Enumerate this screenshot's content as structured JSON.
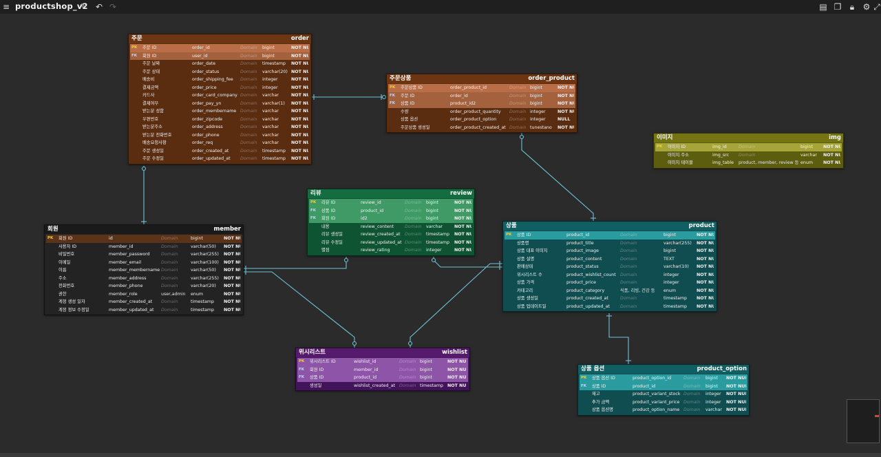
{
  "app": {
    "title": "productshop_v2"
  },
  "toolbar": {
    "left": [
      "menu-icon",
      "edit-icon",
      "undo-icon",
      "redo-icon"
    ],
    "right": [
      "document-icon",
      "copy-icon",
      "lock-icon",
      "gear-icon",
      "expand-icon"
    ]
  },
  "tables": [
    {
      "id": "order",
      "lname": "주문",
      "pname": "order",
      "colors": {
        "header": "#6d3512",
        "body": "#5a2c10",
        "pk": "#b96e48",
        "fk": "#a4613e"
      },
      "cols": [
        {
          "key": "PK",
          "l": "주문 ID",
          "p": "order_id",
          "dom": "Domain",
          "type": "bigint",
          "nn": "NOT NULL"
        },
        {
          "key": "FK",
          "l": "회원 ID",
          "p": "user_id",
          "dom": "Domain",
          "type": "bigint",
          "nn": "NOT NULL"
        },
        {
          "key": "",
          "l": "주문 날짜",
          "p": "order_date",
          "dom": "Domain",
          "type": "timestamp",
          "nn": "NOT NULL"
        },
        {
          "key": "",
          "l": "주문 상태",
          "p": "order_status",
          "dom": "Domain",
          "type": "varchar(20)",
          "nn": "NOT NULL"
        },
        {
          "key": "",
          "l": "배송비",
          "p": "order_shipping_fee",
          "dom": "Domain",
          "type": "integer",
          "nn": "NOT NULL"
        },
        {
          "key": "",
          "l": "결제금액",
          "p": "order_price",
          "dom": "Domain",
          "type": "integer",
          "nn": "NOT NULL"
        },
        {
          "key": "",
          "l": "카드사",
          "p": "order_card_company",
          "dom": "Domain",
          "type": "varchar",
          "nn": "NOT NULL"
        },
        {
          "key": "",
          "l": "결제여부",
          "p": "order_pay_yn",
          "dom": "Domain",
          "type": "varchar(1)",
          "nn": "NOT NULL"
        },
        {
          "key": "",
          "l": "받는분 성함",
          "p": "order_membername",
          "dom": "Domain",
          "type": "varchar",
          "nn": "NOT NULL"
        },
        {
          "key": "",
          "l": "우편번호",
          "p": "order_zipcode",
          "dom": "Domain",
          "type": "varchar",
          "nn": "NOT NULL"
        },
        {
          "key": "",
          "l": "받는분주소",
          "p": "order_address",
          "dom": "Domain",
          "type": "varchar",
          "nn": "NOT NULL"
        },
        {
          "key": "",
          "l": "받는분 전화번호",
          "p": "order_phone",
          "dom": "Domain",
          "type": "varchar",
          "nn": "NOT NULL"
        },
        {
          "key": "",
          "l": "배송요청사항",
          "p": "order_req",
          "dom": "Domain",
          "type": "varchar",
          "nn": "NOT NULL"
        },
        {
          "key": "",
          "l": "주문 생성일",
          "p": "order_created_at",
          "dom": "Domain",
          "type": "timestamp",
          "nn": "NOT NULL"
        },
        {
          "key": "",
          "l": "주문 수정일",
          "p": "order_updated_at",
          "dom": "Domain",
          "type": "timestamp",
          "nn": "NOT NULL"
        }
      ]
    },
    {
      "id": "order_product",
      "lname": "주문상품",
      "pname": "order_product",
      "colors": {
        "header": "#6d3512",
        "body": "#5a2c10",
        "pk": "#b96e48",
        "fk": "#a4613e"
      },
      "cols": [
        {
          "key": "PK",
          "l": "주문상품 ID",
          "p": "order_product_id",
          "dom": "Domain",
          "type": "bigint",
          "nn": "NOT NULL"
        },
        {
          "key": "FK",
          "l": "주문 ID",
          "p": "order_id",
          "dom": "Domain",
          "type": "bigint",
          "nn": "NOT NULL"
        },
        {
          "key": "FK",
          "l": "상품 ID",
          "p": "product_id2",
          "dom": "Domain",
          "type": "bigint",
          "nn": "NOT NULL"
        },
        {
          "key": "",
          "l": "수량",
          "p": "order_product_quantity",
          "dom": "Domain",
          "type": "integer",
          "nn": "NOT NULL"
        },
        {
          "key": "",
          "l": "상품 옵션",
          "p": "order_product_option",
          "dom": "Domain",
          "type": "integer",
          "nn": "NULL"
        },
        {
          "key": "",
          "l": "주문상품 생성일",
          "p": "order_product_created_at",
          "dom": "Domain",
          "type": "tunestano",
          "nn": "NOT NULL"
        }
      ]
    },
    {
      "id": "img",
      "lname": "이미지",
      "pname": "img",
      "colors": {
        "header": "#747412",
        "body": "#5d5d10",
        "pk": "#a5a53a",
        "fk": "#a5a53a"
      },
      "cols": [
        {
          "key": "PK",
          "l": "이미지 ID",
          "p": "img_id",
          "dom": "Domain",
          "type": "bigint",
          "nn": "NOT NULL"
        },
        {
          "key": "",
          "l": "이미지 주소",
          "p": "img_src",
          "dom": "Domain",
          "type": "varchar",
          "nn": "NOT NULL"
        },
        {
          "key": "",
          "l": "이미지 테이블",
          "p": "img_table",
          "dom": "product, member, review 등",
          "type": "enum",
          "nn": "NOT NULL"
        }
      ]
    },
    {
      "id": "review",
      "lname": "리뷰",
      "pname": "review",
      "colors": {
        "header": "#146c40",
        "body": "#0f5432",
        "pk": "#3f9a66",
        "fk": "#3f9a66"
      },
      "cols": [
        {
          "key": "PK",
          "l": "리뷰 ID",
          "p": "review_id",
          "dom": "Domain",
          "type": "bigint",
          "nn": "NOT NULL"
        },
        {
          "key": "FK",
          "l": "상품 ID",
          "p": "product_id",
          "dom": "Domain",
          "type": "bigint",
          "nn": "NOT NULL"
        },
        {
          "key": "FK",
          "l": "회원 ID",
          "p": "id2",
          "dom": "Domain",
          "type": "bigint",
          "nn": "NOT NULL"
        },
        {
          "key": "",
          "l": "내용",
          "p": "review_content",
          "dom": "Domain",
          "type": "varchar",
          "nn": "NOT NULL"
        },
        {
          "key": "",
          "l": "리뷰 생성일",
          "p": "review_created_at",
          "dom": "Domain",
          "type": "timestamp",
          "nn": "NOT NULL"
        },
        {
          "key": "",
          "l": "리뷰 수정일",
          "p": "review_updated_at",
          "dom": "Domain",
          "type": "timestamp",
          "nn": "NOT NULL"
        },
        {
          "key": "",
          "l": "별점",
          "p": "review_rating",
          "dom": "Domain",
          "type": "integer",
          "nn": "NOT NULL"
        }
      ]
    },
    {
      "id": "member",
      "lname": "회원",
      "pname": "member",
      "colors": {
        "header": "#1a1a1a",
        "body": "#232323",
        "pk": "#5a3318",
        "fk": "#5a3318"
      },
      "cols": [
        {
          "key": "PK",
          "l": "회원 ID",
          "p": "id",
          "dom": "Domain",
          "type": "bigint",
          "nn": "NOT NULL"
        },
        {
          "key": "",
          "l": "사용자 ID",
          "p": "member_id",
          "dom": "Domain",
          "type": "varchar(50)",
          "nn": "NOT NULL"
        },
        {
          "key": "",
          "l": "비밀번호",
          "p": "member_password",
          "dom": "Domain",
          "type": "varchar(255)",
          "nn": "NOT NULL"
        },
        {
          "key": "",
          "l": "이메일",
          "p": "member_email",
          "dom": "Domain",
          "type": "varchar(100)",
          "nn": "NOT NULL"
        },
        {
          "key": "",
          "l": "이름",
          "p": "member_membername",
          "dom": "Domain",
          "type": "varchar(50)",
          "nn": "NOT NULL"
        },
        {
          "key": "",
          "l": "주소",
          "p": "member_address",
          "dom": "Domain",
          "type": "varchar(255)",
          "nn": "NOT NULL"
        },
        {
          "key": "",
          "l": "전화번호",
          "p": "member_phone",
          "dom": "Domain",
          "type": "varchar(20)",
          "nn": "NOT NULL"
        },
        {
          "key": "",
          "l": "권한",
          "p": "member_role",
          "dom": "user,admin",
          "type": "enum",
          "nn": "NOT NULL"
        },
        {
          "key": "",
          "l": "계정 생성 일자",
          "p": "member_created_at",
          "dom": "Domain",
          "type": "timestamp",
          "nn": "NOT NULL"
        },
        {
          "key": "",
          "l": "계정 정보 수정일",
          "p": "member_updated_at",
          "dom": "Domain",
          "type": "timestamp",
          "nn": "NOT NULL"
        }
      ]
    },
    {
      "id": "product",
      "lname": "상품",
      "pname": "product",
      "colors": {
        "header": "#115f63",
        "body": "#104d50",
        "pk": "#2a9ca0",
        "fk": "#2a9ca0"
      },
      "cols": [
        {
          "key": "PK",
          "l": "상품 ID",
          "p": "product_id",
          "dom": "Domain",
          "type": "bigint",
          "nn": "NOT NULL"
        },
        {
          "key": "",
          "l": "상품명",
          "p": "product_title",
          "dom": "Domain",
          "type": "varchar(255)",
          "nn": "NOT NULL"
        },
        {
          "key": "",
          "l": "상품 대표 이미지",
          "p": "product_image",
          "dom": "Domain",
          "type": "bigint",
          "nn": "NOT NULL"
        },
        {
          "key": "",
          "l": "상품 설명",
          "p": "product_content",
          "dom": "Domain",
          "type": "TEXT",
          "nn": "NOT NULL"
        },
        {
          "key": "",
          "l": "판매상태",
          "p": "product_status",
          "dom": "Domain",
          "type": "varchar(10)",
          "nn": "NOT NULL"
        },
        {
          "key": "",
          "l": "위시리스트 수",
          "p": "product_wishlist_count",
          "dom": "Domain",
          "type": "integer",
          "nn": "NOT NULL"
        },
        {
          "key": "",
          "l": "상품 가격",
          "p": "product_price",
          "dom": "Domain",
          "type": "integer",
          "nn": "NOT NULL"
        },
        {
          "key": "",
          "l": "카테고리",
          "p": "product_category",
          "dom": "식품, 리빙, 건강 등",
          "type": "enum",
          "nn": "NOT NULL"
        },
        {
          "key": "",
          "l": "상품 생성일",
          "p": "product_created_at",
          "dom": "Domain",
          "type": "timestamp",
          "nn": "NOT NULL"
        },
        {
          "key": "",
          "l": "상품 업데이트일",
          "p": "product_updated_at",
          "dom": "Domain",
          "type": "timestamp",
          "nn": "NOT NULL"
        }
      ]
    },
    {
      "id": "wishlist",
      "lname": "위시리스트",
      "pname": "wishlist",
      "colors": {
        "header": "#561a6c",
        "body": "#42155a",
        "pk": "#8e54a8",
        "fk": "#8e54a8"
      },
      "cols": [
        {
          "key": "PK",
          "l": "위시리스트 ID",
          "p": "wishlist_id",
          "dom": "Domain",
          "type": "bigint",
          "nn": "NOT NULL"
        },
        {
          "key": "FK",
          "l": "회원 ID",
          "p": "member_id",
          "dom": "Domain",
          "type": "bigint",
          "nn": "NOT NULL"
        },
        {
          "key": "FK",
          "l": "상품 ID",
          "p": "product_id",
          "dom": "Domain",
          "type": "bigint",
          "nn": "NOT NULL"
        },
        {
          "key": "",
          "l": "생성일",
          "p": "wishlist_created_at",
          "dom": "Domain",
          "type": "timestamp",
          "nn": "NOT NULL"
        }
      ]
    },
    {
      "id": "product_option",
      "lname": "상품 옵션",
      "pname": "product_option",
      "colors": {
        "header": "#115f63",
        "body": "#104d50",
        "pk": "#2a9ca0",
        "fk": "#2a9ca0"
      },
      "cols": [
        {
          "key": "PK",
          "l": "상품 옵션 ID",
          "p": "product_option_id",
          "dom": "Domain",
          "type": "bigint",
          "nn": "NOT NULL"
        },
        {
          "key": "FK",
          "l": "상품 ID",
          "p": "product_id",
          "dom": "Domain",
          "type": "bigint",
          "nn": "NOT NULL"
        },
        {
          "key": "",
          "l": "재고",
          "p": "product_variant_stock",
          "dom": "Domain",
          "type": "integer",
          "nn": "NOT NULL"
        },
        {
          "key": "",
          "l": "추가 금액",
          "p": "product_variant_price",
          "dom": "Domain",
          "type": "integer",
          "nn": "NOT NULL"
        },
        {
          "key": "",
          "l": "상품 옵션명",
          "p": "product_option_name",
          "dom": "Domain",
          "type": "varchar",
          "nn": "NOT NULL"
        }
      ]
    }
  ],
  "relationships": [
    {
      "from": "order",
      "to": "order_product"
    },
    {
      "from": "member",
      "to": "order"
    },
    {
      "from": "product",
      "to": "order_product"
    },
    {
      "from": "member",
      "to": "review"
    },
    {
      "from": "product",
      "to": "review"
    },
    {
      "from": "member",
      "to": "wishlist"
    },
    {
      "from": "product",
      "to": "wishlist"
    },
    {
      "from": "product",
      "to": "product_option"
    }
  ],
  "colors": {
    "link": "#6fc4d8"
  }
}
